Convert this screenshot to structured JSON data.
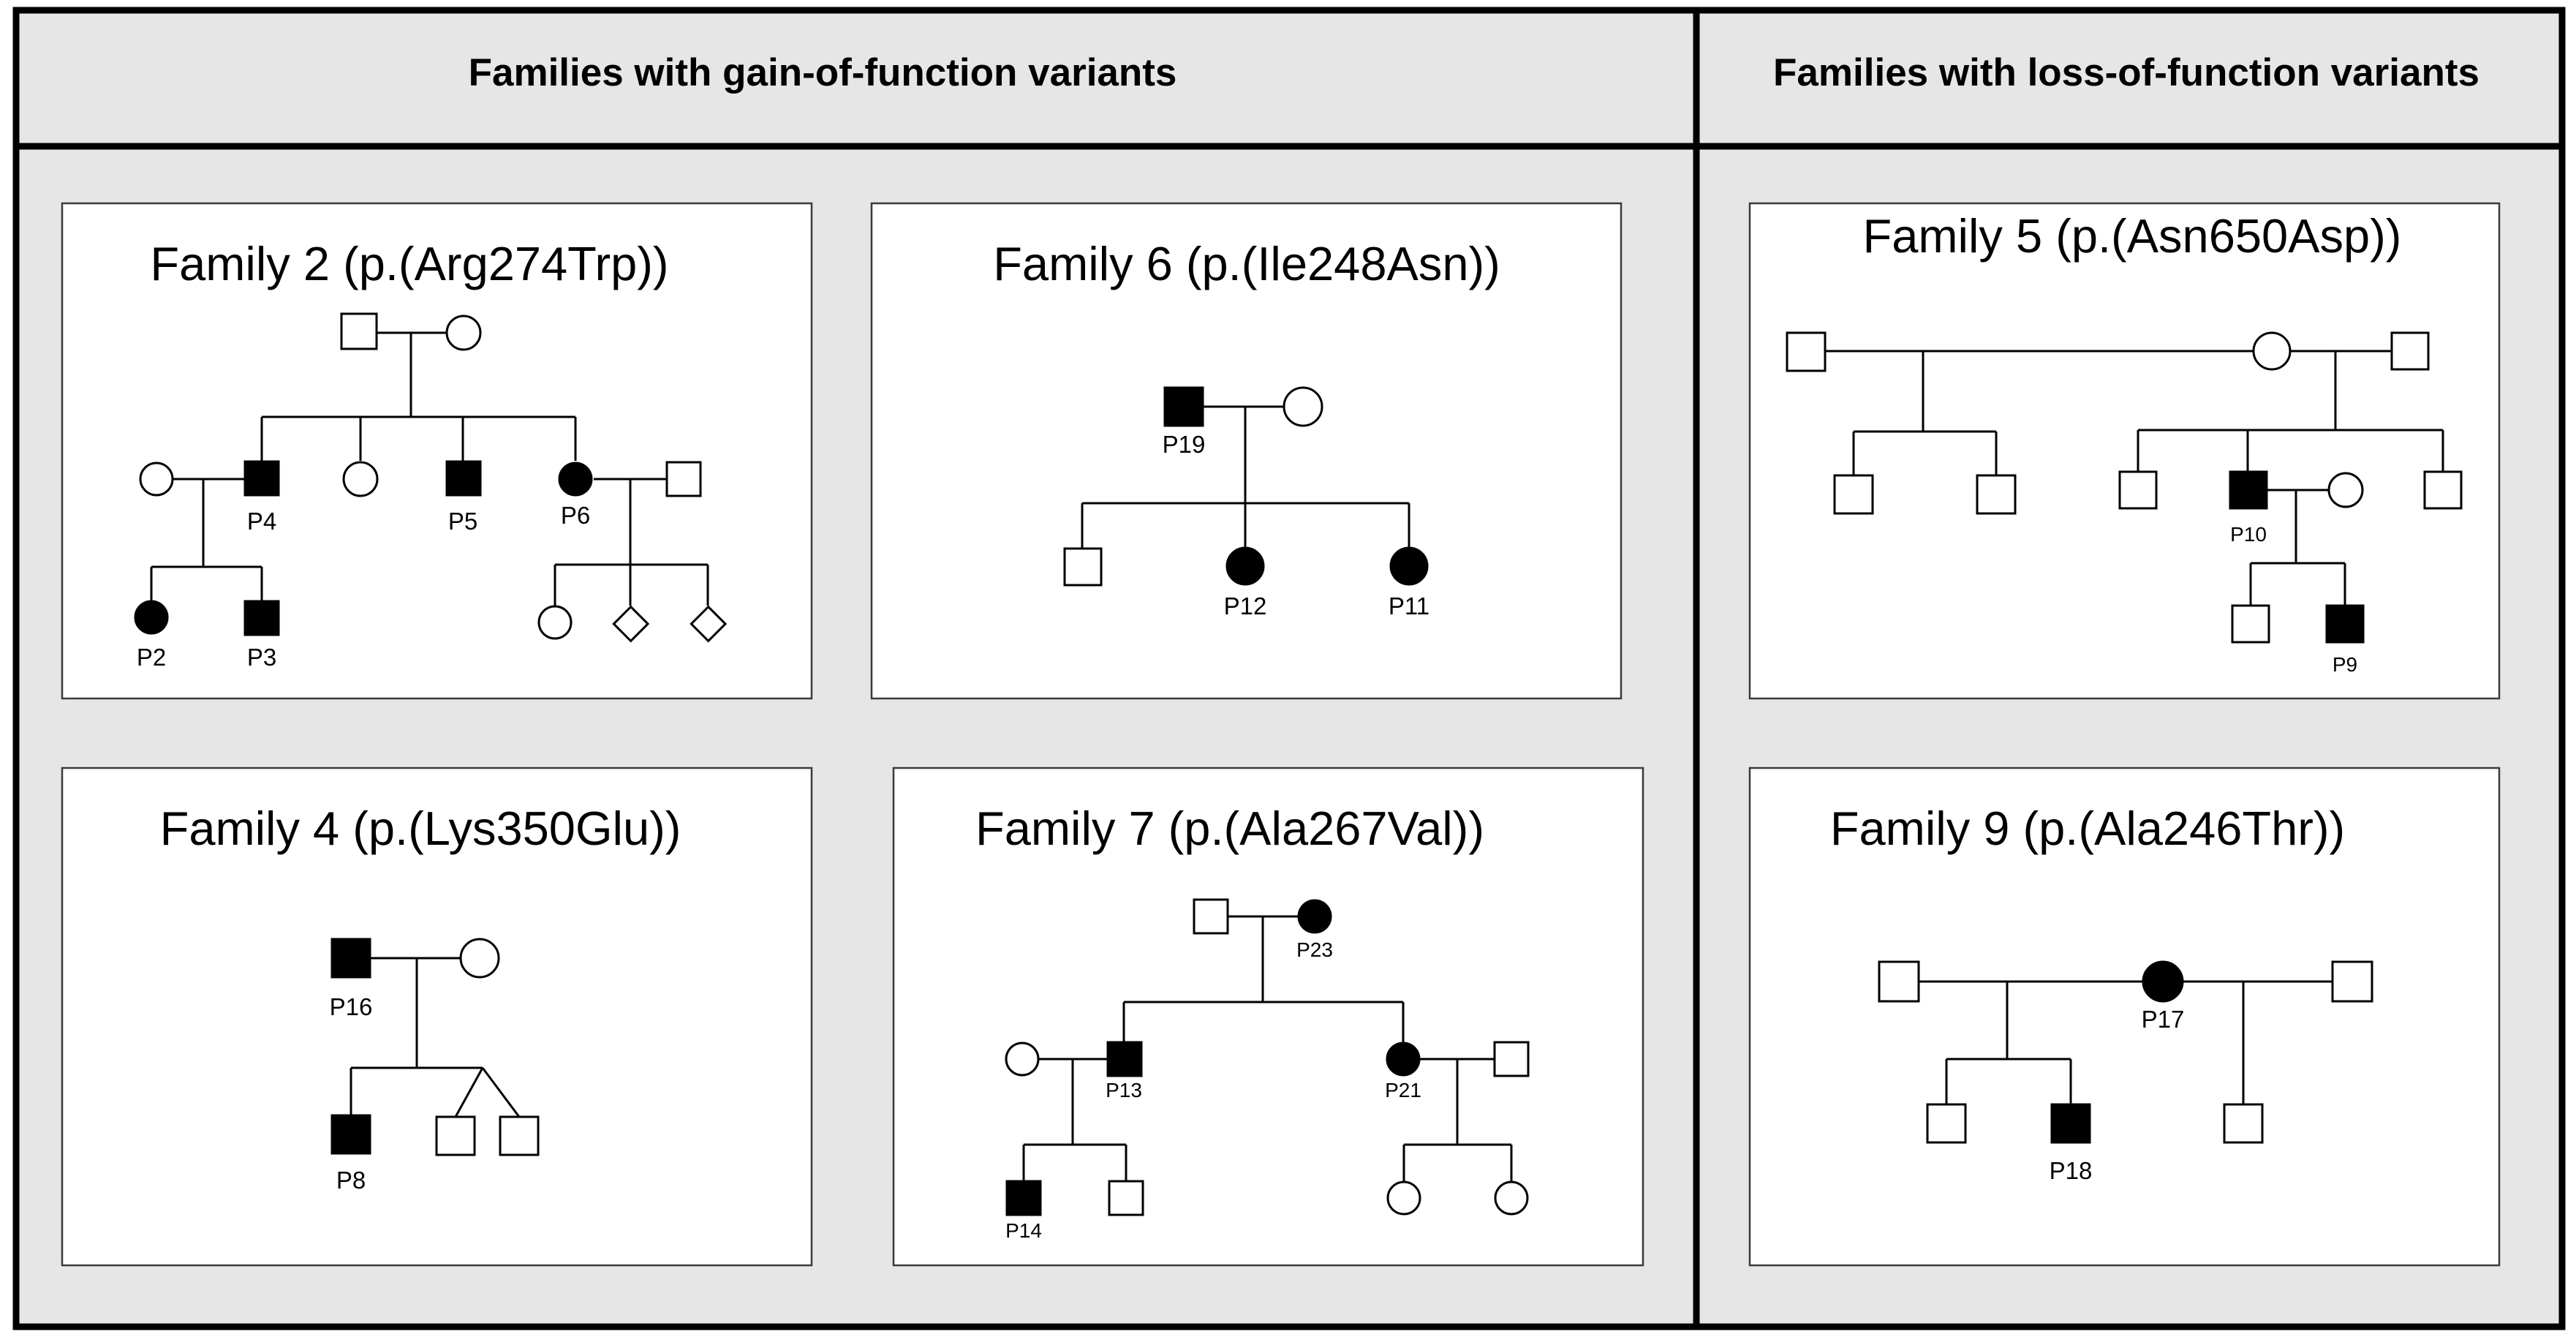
{
  "headers": {
    "gain": "Families with gain-of-function variants",
    "loss": "Families with loss-of-function variants"
  },
  "families": {
    "f2": {
      "title": "Family 2 (p.(Arg274Trp))",
      "labels": {
        "p4": "P4",
        "p5": "P5",
        "p6": "P6",
        "p2": "P2",
        "p3": "P3"
      }
    },
    "f6": {
      "title": "Family 6 (p.(Ile248Asn))",
      "labels": {
        "p19": "P19",
        "p12": "P12",
        "p11": "P11"
      }
    },
    "f4": {
      "title": "Family 4 (p.(Lys350Glu))",
      "labels": {
        "p16": "P16",
        "p8": "P8"
      }
    },
    "f7": {
      "title": "Family 7  (p.(Ala267Val))",
      "labels": {
        "p23": "P23",
        "p13": "P13",
        "p21": "P21",
        "p14": "P14"
      }
    },
    "f5": {
      "title": "Family 5 (p.(Asn650Asp))",
      "labels": {
        "p10": "P10",
        "p9": "P9"
      }
    },
    "f9": {
      "title": "Family 9 (p.(Ala246Thr))",
      "labels": {
        "p17": "P17",
        "p18": "P18"
      }
    }
  },
  "legend_colors": {
    "affected": "#000000",
    "unaffected": "#ffffff",
    "panel_bg": "#e6e6e6"
  }
}
